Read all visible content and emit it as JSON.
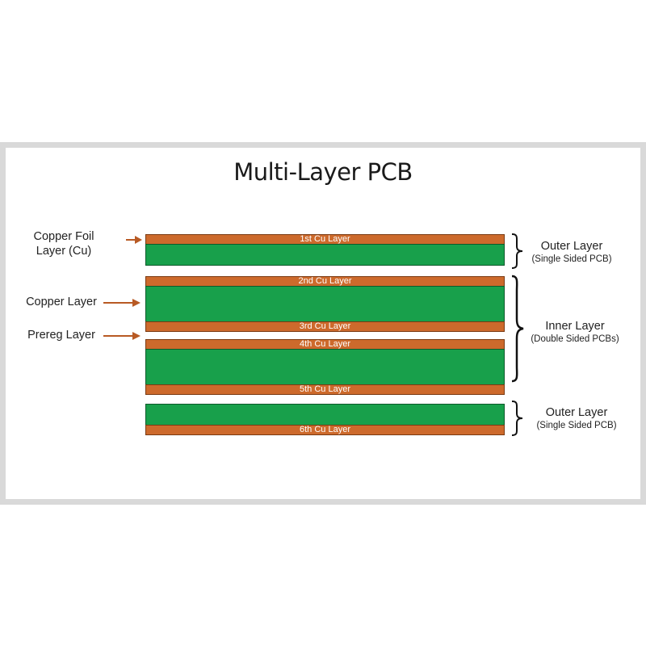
{
  "title": "Multi-Layer PCB",
  "colors": {
    "copper": "#cd6a2c",
    "core": "#18a04b",
    "arrow": "#b85a24"
  },
  "left_labels": {
    "copper_foil": [
      "Copper Foil",
      "Layer (Cu)"
    ],
    "copper_layer": "Copper Layer",
    "prereg_layer": "Prereg Layer"
  },
  "copper_layers": [
    "1st Cu Layer",
    "2nd Cu Layer",
    "3rd Cu Layer",
    "4th Cu Layer",
    "5th Cu Layer",
    "6th Cu Layer"
  ],
  "groups": [
    {
      "name": "Outer Layer",
      "note": "(Single Sided PCB)"
    },
    {
      "name": "Inner Layer",
      "note": "(Double Sided PCBs)"
    },
    {
      "name": "Outer Layer",
      "note": "(Single Sided PCB)"
    }
  ]
}
